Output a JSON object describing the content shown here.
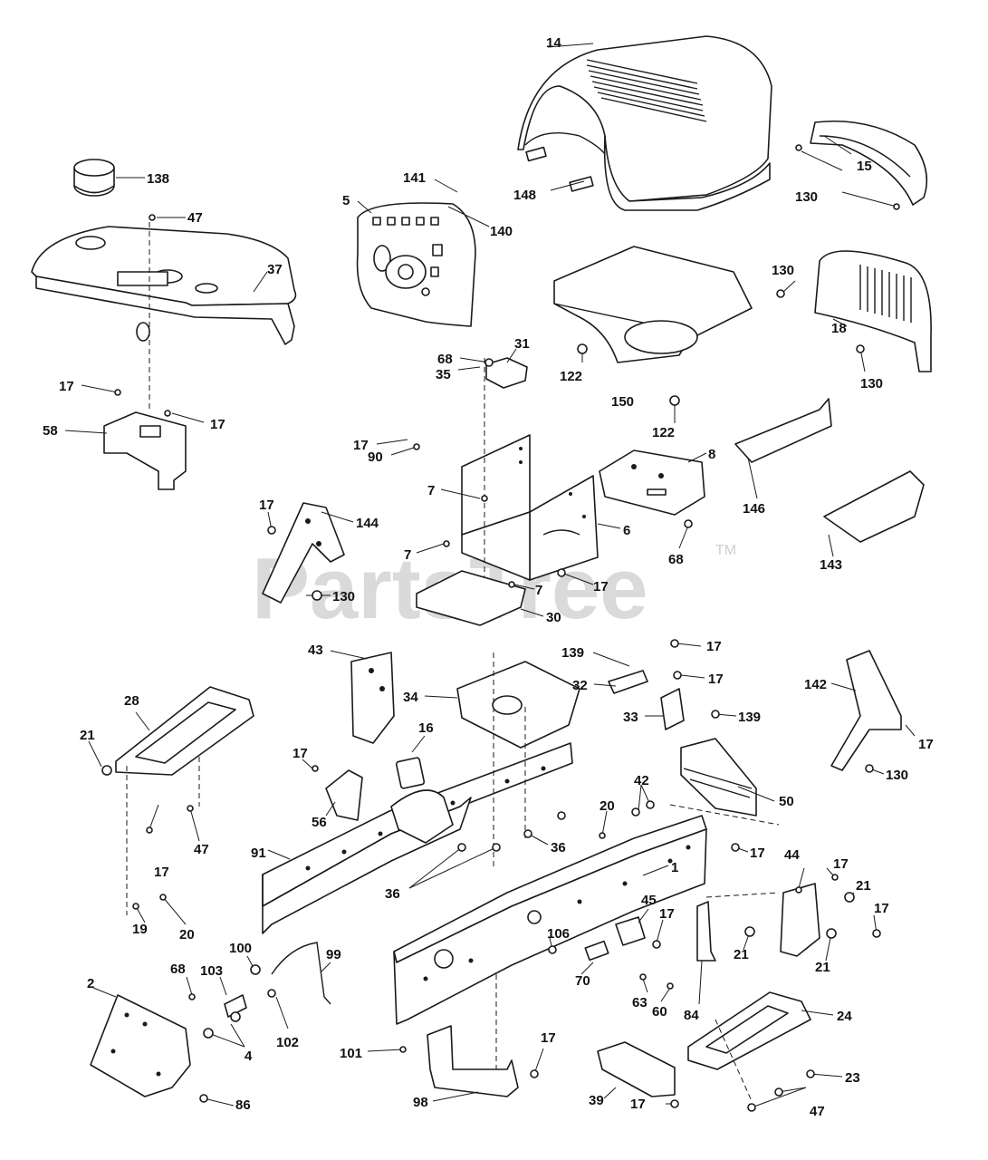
{
  "watermark": {
    "brand": "PartsTree",
    "trademark": "TM"
  },
  "labels": [
    {
      "id": "l14",
      "text": "14"
    },
    {
      "id": "l15",
      "text": "15"
    },
    {
      "id": "l130a",
      "text": "130"
    },
    {
      "id": "l148",
      "text": "148"
    },
    {
      "id": "l138",
      "text": "138"
    },
    {
      "id": "l47a",
      "text": "47"
    },
    {
      "id": "l37",
      "text": "37"
    },
    {
      "id": "l141",
      "text": "141"
    },
    {
      "id": "l140",
      "text": "140"
    },
    {
      "id": "l5",
      "text": "5"
    },
    {
      "id": "l130b",
      "text": "130"
    },
    {
      "id": "l18",
      "text": "18"
    },
    {
      "id": "l130c",
      "text": "130"
    },
    {
      "id": "l122a",
      "text": "122"
    },
    {
      "id": "l122b",
      "text": "122"
    },
    {
      "id": "l150",
      "text": "150"
    },
    {
      "id": "l68a",
      "text": "68"
    },
    {
      "id": "l35",
      "text": "35"
    },
    {
      "id": "l31",
      "text": "31"
    },
    {
      "id": "l17a",
      "text": "17"
    },
    {
      "id": "l17b",
      "text": "17"
    },
    {
      "id": "l58",
      "text": "58"
    },
    {
      "id": "l17c",
      "text": "17"
    },
    {
      "id": "l90",
      "text": "90"
    },
    {
      "id": "l8",
      "text": "8"
    },
    {
      "id": "l146",
      "text": "146"
    },
    {
      "id": "l143",
      "text": "143"
    },
    {
      "id": "l7a",
      "text": "7"
    },
    {
      "id": "l6",
      "text": "6"
    },
    {
      "id": "l68b",
      "text": "68"
    },
    {
      "id": "l17d",
      "text": "17"
    },
    {
      "id": "l144",
      "text": "144"
    },
    {
      "id": "l7b",
      "text": "7"
    },
    {
      "id": "l7c",
      "text": "7"
    },
    {
      "id": "l17e",
      "text": "17"
    },
    {
      "id": "l130d",
      "text": "130"
    },
    {
      "id": "l30",
      "text": "30"
    },
    {
      "id": "l43",
      "text": "43"
    },
    {
      "id": "l139a",
      "text": "139"
    },
    {
      "id": "l17f",
      "text": "17"
    },
    {
      "id": "l17g",
      "text": "17"
    },
    {
      "id": "l32",
      "text": "32"
    },
    {
      "id": "l34",
      "text": "34"
    },
    {
      "id": "l33",
      "text": "33"
    },
    {
      "id": "l139b",
      "text": "139"
    },
    {
      "id": "l142",
      "text": "142"
    },
    {
      "id": "l17h",
      "text": "17"
    },
    {
      "id": "l130e",
      "text": "130"
    },
    {
      "id": "l28",
      "text": "28"
    },
    {
      "id": "l21a",
      "text": "21"
    },
    {
      "id": "l16",
      "text": "16"
    },
    {
      "id": "l17i",
      "text": "17"
    },
    {
      "id": "l56",
      "text": "56"
    },
    {
      "id": "l50",
      "text": "50"
    },
    {
      "id": "l47b",
      "text": "47"
    },
    {
      "id": "l20a",
      "text": "20"
    },
    {
      "id": "l42",
      "text": "42"
    },
    {
      "id": "l17j",
      "text": "17"
    },
    {
      "id": "l91",
      "text": "91"
    },
    {
      "id": "l36a",
      "text": "36"
    },
    {
      "id": "l36b",
      "text": "36"
    },
    {
      "id": "l44",
      "text": "44"
    },
    {
      "id": "l17k",
      "text": "17"
    },
    {
      "id": "l1",
      "text": "1"
    },
    {
      "id": "l21b",
      "text": "21"
    },
    {
      "id": "l17l",
      "text": "17"
    },
    {
      "id": "l17m",
      "text": "17"
    },
    {
      "id": "l20b",
      "text": "20"
    },
    {
      "id": "l19",
      "text": "19"
    },
    {
      "id": "l45",
      "text": "45"
    },
    {
      "id": "l17n",
      "text": "17"
    },
    {
      "id": "l106",
      "text": "106"
    },
    {
      "id": "l21c",
      "text": "21"
    },
    {
      "id": "l21d",
      "text": "21"
    },
    {
      "id": "l100",
      "text": "100"
    },
    {
      "id": "l99",
      "text": "99"
    },
    {
      "id": "l70",
      "text": "70"
    },
    {
      "id": "l2",
      "text": "2"
    },
    {
      "id": "l68c",
      "text": "68"
    },
    {
      "id": "l103",
      "text": "103"
    },
    {
      "id": "l63",
      "text": "63"
    },
    {
      "id": "l60",
      "text": "60"
    },
    {
      "id": "l84",
      "text": "84"
    },
    {
      "id": "l24",
      "text": "24"
    },
    {
      "id": "l4",
      "text": "4"
    },
    {
      "id": "l102",
      "text": "102"
    },
    {
      "id": "l101",
      "text": "101"
    },
    {
      "id": "l17o",
      "text": "17"
    },
    {
      "id": "l23",
      "text": "23"
    },
    {
      "id": "l86",
      "text": "86"
    },
    {
      "id": "l98",
      "text": "98"
    },
    {
      "id": "l39",
      "text": "39"
    },
    {
      "id": "l17p",
      "text": "17"
    },
    {
      "id": "l47c",
      "text": "47"
    }
  ]
}
